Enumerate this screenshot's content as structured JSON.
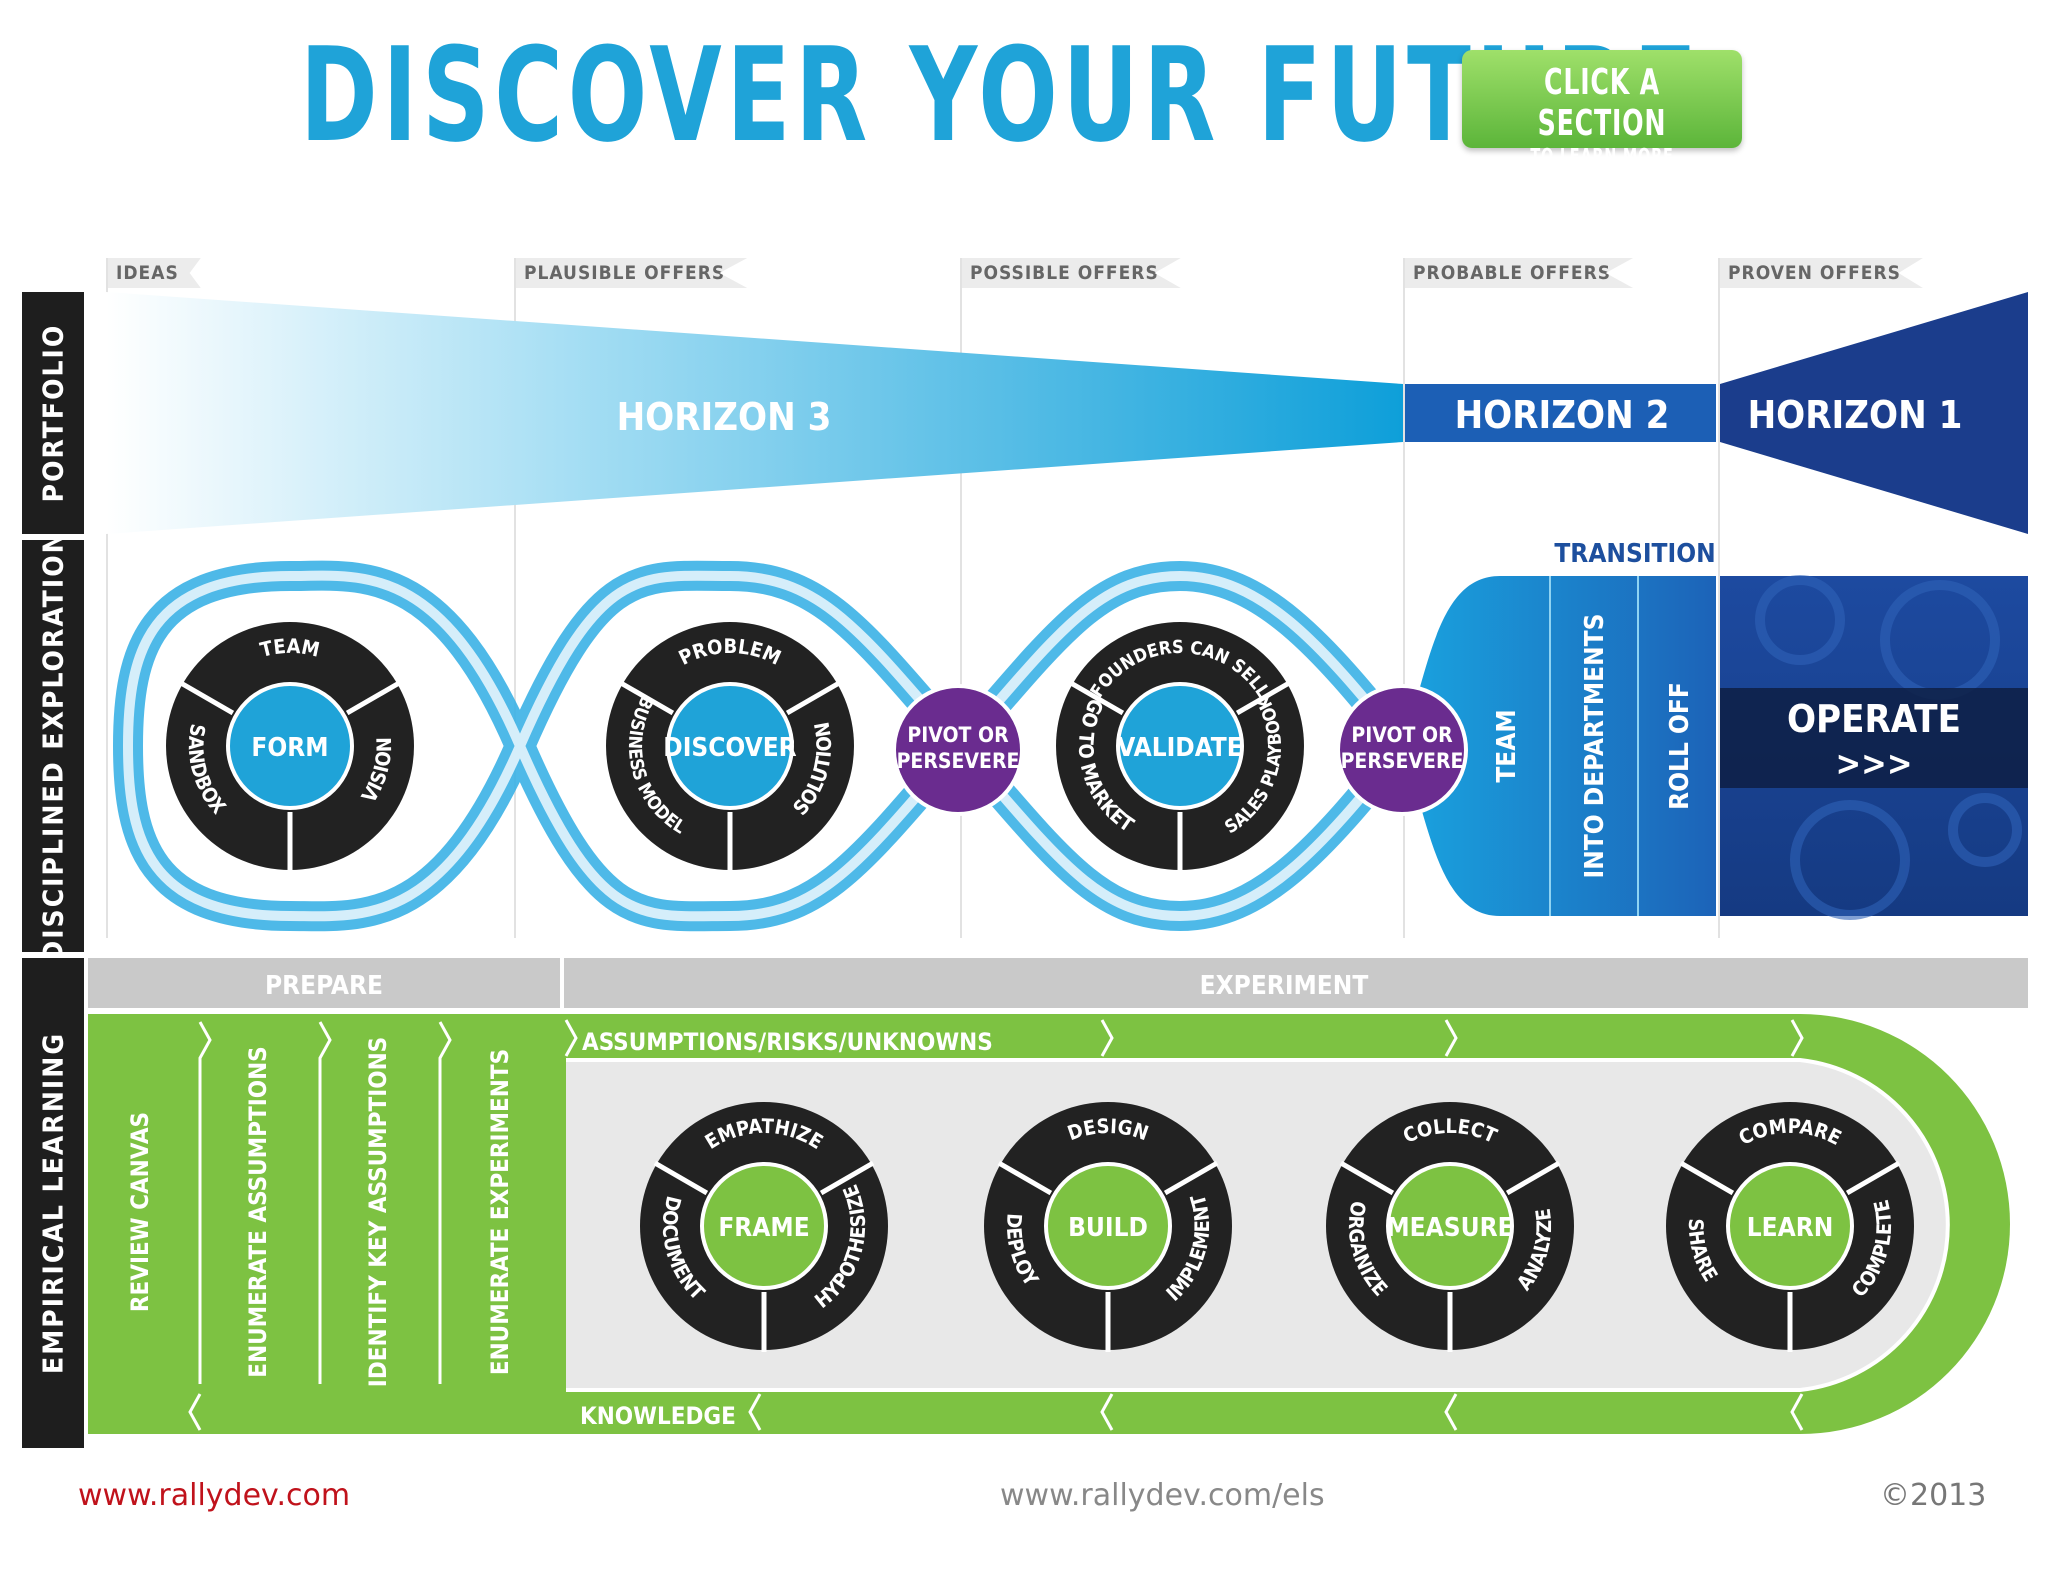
{
  "title": "DISCOVER YOUR FUTURE",
  "cta": {
    "line1": "CLICK A SECTION",
    "line2": "TO LEARN MORE",
    "color": "#6cc24a"
  },
  "row_labels": {
    "portfolio": "PORTFOLIO",
    "exploration": "DISCIPLINED EXPLORATION",
    "learning": "EMPIRICAL LEARNING"
  },
  "stages": [
    "IDEAS",
    "PLAUSIBLE OFFERS",
    "POSSIBLE OFFERS",
    "PROBABLE OFFERS",
    "PROVEN OFFERS"
  ],
  "horizons": {
    "h3": "HORIZON 3",
    "h2": "HORIZON 2",
    "h1": "HORIZON 1"
  },
  "transition": {
    "title": "TRANSITION",
    "steps": [
      "TEAM",
      "INTO DEPARTMENTS",
      "ROLL OFF"
    ]
  },
  "operate": {
    "label": "OPERATE",
    "arrows": ">>>"
  },
  "pivot": {
    "line1": "PIVOT OR",
    "line2": "PERSEVERE"
  },
  "exploration_wheels": [
    {
      "center": "FORM",
      "segments": [
        "TEAM",
        "VISION",
        "SANDBOX"
      ]
    },
    {
      "center": "DISCOVER",
      "segments": [
        "PROBLEM",
        "SOLUTION",
        "BUSINESS MODEL"
      ]
    },
    {
      "center": "VALIDATE",
      "segments": [
        "FOUNDERS CAN SELL",
        "SALES PLAYBOOK",
        "GO TO MARKET"
      ]
    }
  ],
  "learning": {
    "prepare": "PREPARE",
    "experiment": "EXPERIMENT",
    "steps": [
      "REVIEW CANVAS",
      "ENUMERATE ASSUMPTIONS",
      "IDENTIFY KEY ASSUMPTIONS",
      "ENUMERATE EXPERIMENTS"
    ],
    "assumptions": "ASSUMPTIONS/RISKS/UNKNOWNS",
    "knowledge": "KNOWLEDGE",
    "wheels": [
      {
        "center": "FRAME",
        "segments": [
          "EMPATHIZE",
          "HYPOTHESIZE",
          "DOCUMENT"
        ]
      },
      {
        "center": "BUILD",
        "segments": [
          "DESIGN",
          "IMPLEMENT",
          "DEPLOY"
        ]
      },
      {
        "center": "MEASURE",
        "segments": [
          "COLLECT",
          "ANALYZE",
          "ORGANIZE"
        ]
      },
      {
        "center": "LEARN",
        "segments": [
          "COMPARE",
          "COMPLETE",
          "SHARE"
        ]
      }
    ]
  },
  "footer": {
    "left": "www.rallydev.com",
    "center": "www.rallydev.com/els",
    "right": "©2013"
  },
  "colors": {
    "blue": "#1fa3d8",
    "navy": "#1d3f8f",
    "green": "#7dc242",
    "purple": "#6a2c8f",
    "dark": "#222222"
  }
}
